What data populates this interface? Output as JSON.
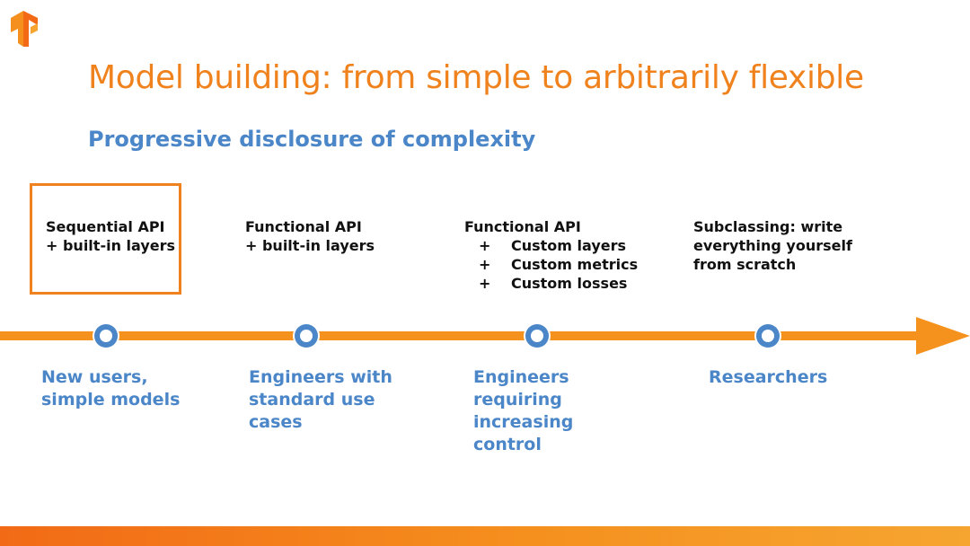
{
  "slide": {
    "title": "Model building: from simple to arbitrarily flexible",
    "subtitle": "Progressive disclosure of complexity",
    "accent_color": "#f0821d",
    "text_blue": "#4a86c8"
  },
  "logo": {
    "icon": "tensorflow-logo-icon"
  },
  "stages": [
    {
      "lines": [
        "Sequential API",
        "+ built-in layers"
      ],
      "highlighted": true
    },
    {
      "lines": [
        "Functional API",
        "+ built-in layers"
      ],
      "highlighted": false
    },
    {
      "heading": "Functional API",
      "bullets": [
        "Custom layers",
        "Custom metrics",
        "Custom losses"
      ],
      "bullet_mark": "+",
      "highlighted": false
    },
    {
      "lines": [
        "Subclassing: write",
        "everything yourself",
        "from scratch"
      ],
      "highlighted": false
    }
  ],
  "audiences": [
    {
      "lines": [
        "New users,",
        "simple models"
      ]
    },
    {
      "lines": [
        "Engineers with",
        "standard use",
        "cases"
      ]
    },
    {
      "lines": [
        "Engineers",
        "requiring",
        "increasing",
        "control"
      ]
    },
    {
      "lines": [
        "Researchers"
      ]
    }
  ]
}
